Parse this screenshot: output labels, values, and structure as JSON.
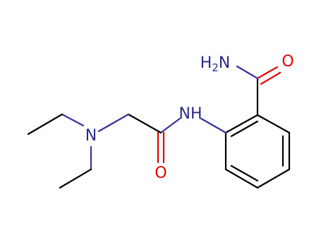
{
  "molecule": {
    "atoms": [
      {
        "id": "n_amide_nh2",
        "label": "H2N",
        "color": "#2a2a8c"
      },
      {
        "id": "o_amide_top",
        "label": "O",
        "color": "#e60000"
      },
      {
        "id": "n_anilide",
        "label": "NH",
        "color": "#2a2a8c"
      },
      {
        "id": "n_diethyl",
        "label": "N",
        "color": "#2a2a8c"
      },
      {
        "id": "o_anilide",
        "label": "O",
        "color": "#e60000"
      }
    ]
  }
}
